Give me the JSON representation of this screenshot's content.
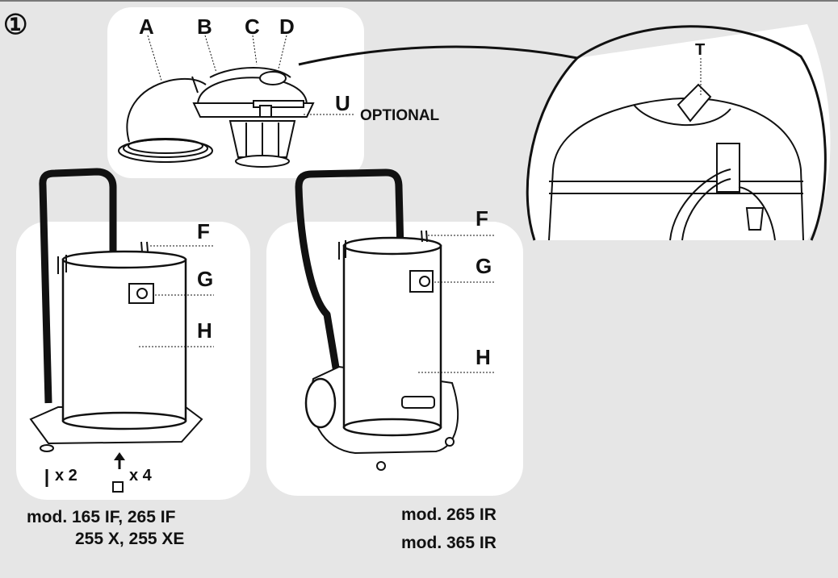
{
  "figure_number": "①",
  "labels": {
    "A": "A",
    "B": "B",
    "C": "C",
    "D": "D",
    "U": "U",
    "optional": "OPTIONAL",
    "T": "T",
    "F1": "F",
    "G1": "G",
    "H1": "H",
    "F2": "F",
    "G2": "G",
    "H2": "H",
    "qty_screws": "x 2",
    "qty_wheels": "x 4"
  },
  "captions": {
    "left_line1": "mod. 165 IF, 265 IF",
    "left_line2": "255 X, 255 XE",
    "right_line1": "mod. 265 IR",
    "right_line2": "mod. 365 IR"
  },
  "colors": {
    "background": "#e6e6e6",
    "panel": "#ffffff",
    "ink": "#111111"
  }
}
